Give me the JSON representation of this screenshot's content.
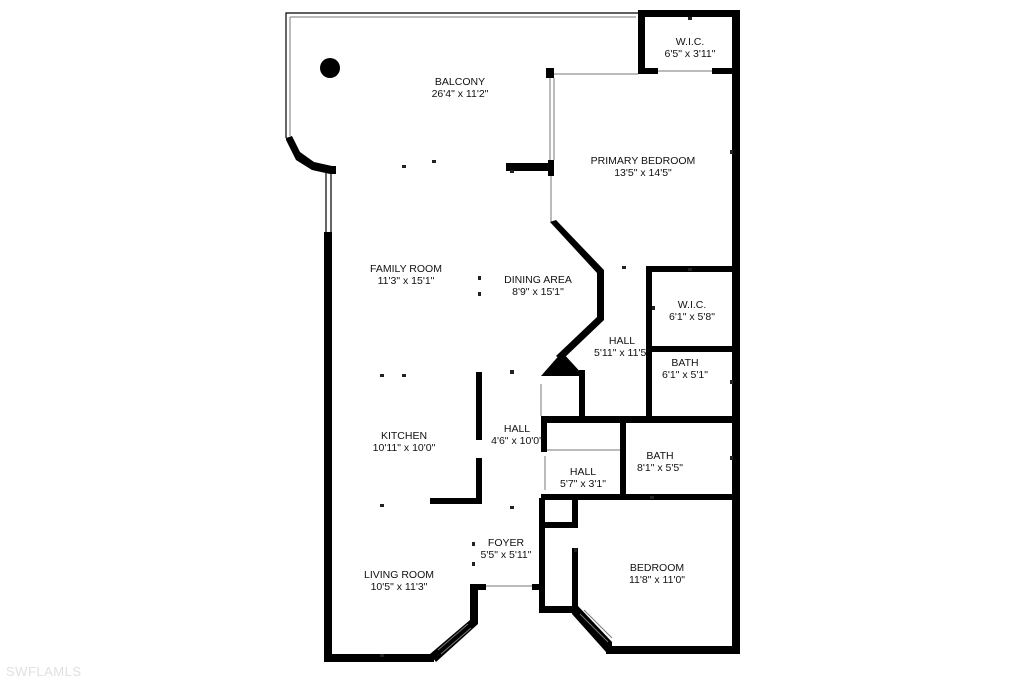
{
  "rooms": {
    "balcony": {
      "name": "BALCONY",
      "dim": "26'4\" x 11'2\""
    },
    "wic_top": {
      "name": "W.I.C.",
      "dim": "6'5\" x 3'11\""
    },
    "primary_bedroom": {
      "name": "PRIMARY BEDROOM",
      "dim": "13'5\" x 14'5\""
    },
    "family_room": {
      "name": "FAMILY ROOM",
      "dim": "11'3\" x 15'1\""
    },
    "dining_area": {
      "name": "DINING AREA",
      "dim": "8'9\" x 15'1\""
    },
    "wic_mid": {
      "name": "W.I.C.",
      "dim": "6'1\" x 5'8\""
    },
    "hall_1": {
      "name": "HALL",
      "dim": "5'11\" x 11'5\""
    },
    "bath_1": {
      "name": "BATH",
      "dim": "6'1\" x 5'1\""
    },
    "kitchen": {
      "name": "KITCHEN",
      "dim": "10'11\" x 10'0\""
    },
    "hall_2": {
      "name": "HALL",
      "dim": "4'6\" x 10'0\""
    },
    "bath_2": {
      "name": "BATH",
      "dim": "8'1\" x 5'5\""
    },
    "hall_3": {
      "name": "HALL",
      "dim": "5'7\" x 3'1\""
    },
    "foyer": {
      "name": "FOYER",
      "dim": "5'5\" x 5'11\""
    },
    "living_room": {
      "name": "LIVING ROOM",
      "dim": "10'5\" x 11'3\""
    },
    "bedroom": {
      "name": "BEDROOM",
      "dim": "11'8\" x 11'0\""
    }
  },
  "watermark": "SWFLAMLS",
  "colors": {
    "wall": "#000000",
    "background": "#ffffff",
    "watermark": "#e0e0e0"
  }
}
